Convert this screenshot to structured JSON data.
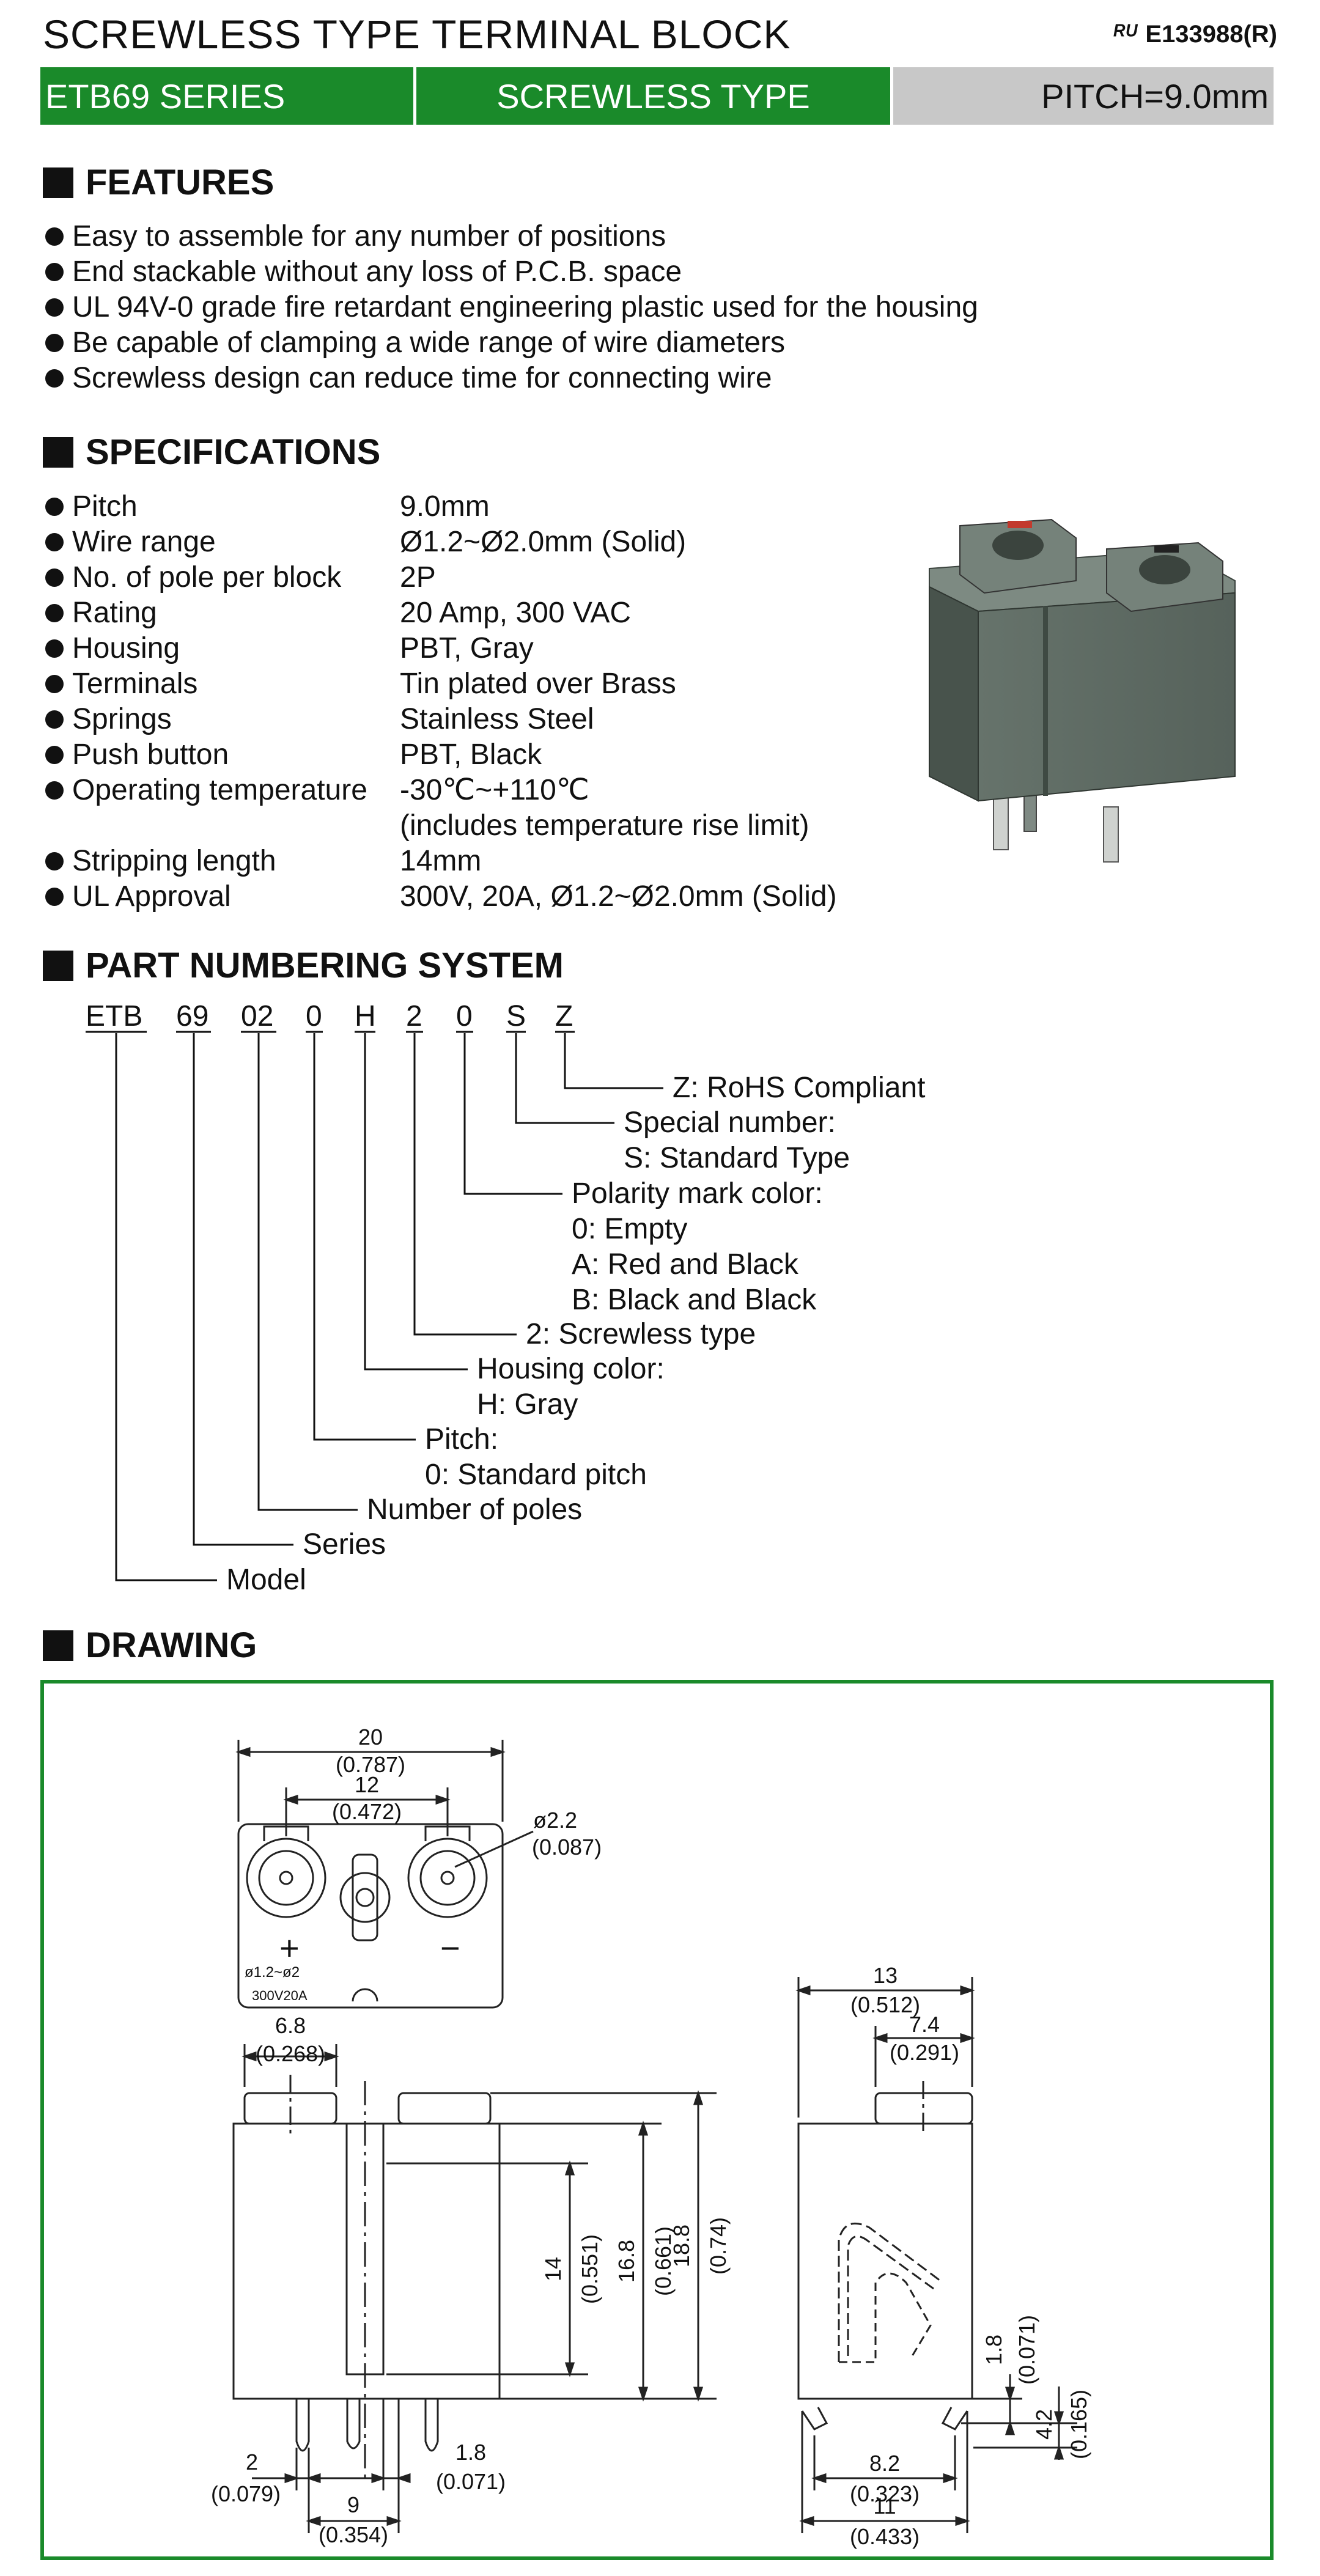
{
  "header": {
    "title": "SCREWLESS TYPE TERMINAL BLOCK",
    "ul_logo": "ᴿᵁ",
    "ul_code": "E133988(R)"
  },
  "bar": {
    "series": "ETB69 SERIES",
    "type": "SCREWLESS TYPE",
    "pitch": "PITCH=9.0mm"
  },
  "features": {
    "heading": "FEATURES",
    "items": [
      "Easy to assemble for any number of positions",
      "End stackable without any loss of P.C.B. space",
      "UL 94V-0 grade fire retardant engineering plastic used for the housing",
      "Be capable of clamping a wide range of wire diameters",
      "Screwless design can reduce time for connecting wire"
    ]
  },
  "specifications": {
    "heading": "SPECIFICATIONS",
    "rows": [
      {
        "k": "Pitch",
        "v": "9.0mm"
      },
      {
        "k": "Wire range",
        "v": "Ø1.2~Ø2.0mm (Solid)"
      },
      {
        "k": "No. of pole per block",
        "v": "2P"
      },
      {
        "k": "Rating",
        "v": "20 Amp, 300 VAC"
      },
      {
        "k": "Housing",
        "v": "PBT, Gray"
      },
      {
        "k": "Terminals",
        "v": "Tin plated over Brass"
      },
      {
        "k": "Springs",
        "v": "Stainless Steel"
      },
      {
        "k": "Push button",
        "v": "PBT, Black"
      },
      {
        "k": "Operating temperature",
        "v": "-30℃~+110℃"
      },
      {
        "k": "",
        "v": "(includes temperature rise limit)"
      },
      {
        "k": "Stripping length",
        "v": "14mm"
      },
      {
        "k": "UL Approval",
        "v": "300V, 20A, Ø1.2~Ø2.0mm (Solid)"
      }
    ]
  },
  "part_numbering": {
    "heading": "PART NUMBERING SYSTEM",
    "codes": [
      "ETB",
      "69",
      "02",
      "0",
      "H",
      "2",
      "0",
      "S",
      "Z"
    ],
    "labels": [
      [
        "Z: RoHS Compliant"
      ],
      [
        "Special number:",
        "S: Standard Type"
      ],
      [
        "Polarity mark color:",
        "0: Empty",
        "A: Red and Black",
        "B: Black and Black"
      ],
      [
        "2: Screwless type"
      ],
      [
        "Housing color:",
        "H: Gray"
      ],
      [
        "Pitch:",
        "0: Standard pitch"
      ],
      [
        "Number of poles"
      ],
      [
        "Series"
      ],
      [
        "Model"
      ]
    ]
  },
  "drawing": {
    "heading": "DRAWING",
    "top_view": {
      "width": "20",
      "width_in": "(0.787)",
      "pitch": "12",
      "pitch_in": "(0.472)",
      "hole": "ø2.2",
      "hole_in": "(0.087)",
      "plus": "+",
      "minus": "−",
      "wire_mark": "ø1.2~ø2",
      "rating_mark": "300V20A"
    },
    "front_view": {
      "button": "6.8",
      "button_in": "(0.268)",
      "h1": "14",
      "h1_in": "(0.551)",
      "h2": "16.8",
      "h2_in": "(0.661)",
      "h3": "18.8",
      "h3_in": "(0.74)",
      "pin": "2",
      "pin_in": "(0.079)",
      "pin_gap": "1.8",
      "pin_gap_in": "(0.071)",
      "pin_pitch": "9",
      "pin_pitch_in": "(0.354)"
    },
    "side_view": {
      "width": "13",
      "width_in": "(0.512)",
      "button": "7.4",
      "button_in": "(0.291)",
      "foot": "1.8",
      "foot_in": "(0.071)",
      "pin_len": "4.2",
      "pin_len_in": "(0.165)",
      "pin_span": "8.2",
      "pin_span_in": "(0.323)",
      "base": "11",
      "base_in": "(0.433)"
    }
  },
  "colors": {
    "green": "#1a8a2a",
    "gray_bar": "#c8c8c8",
    "housing": "#5f6b64"
  }
}
